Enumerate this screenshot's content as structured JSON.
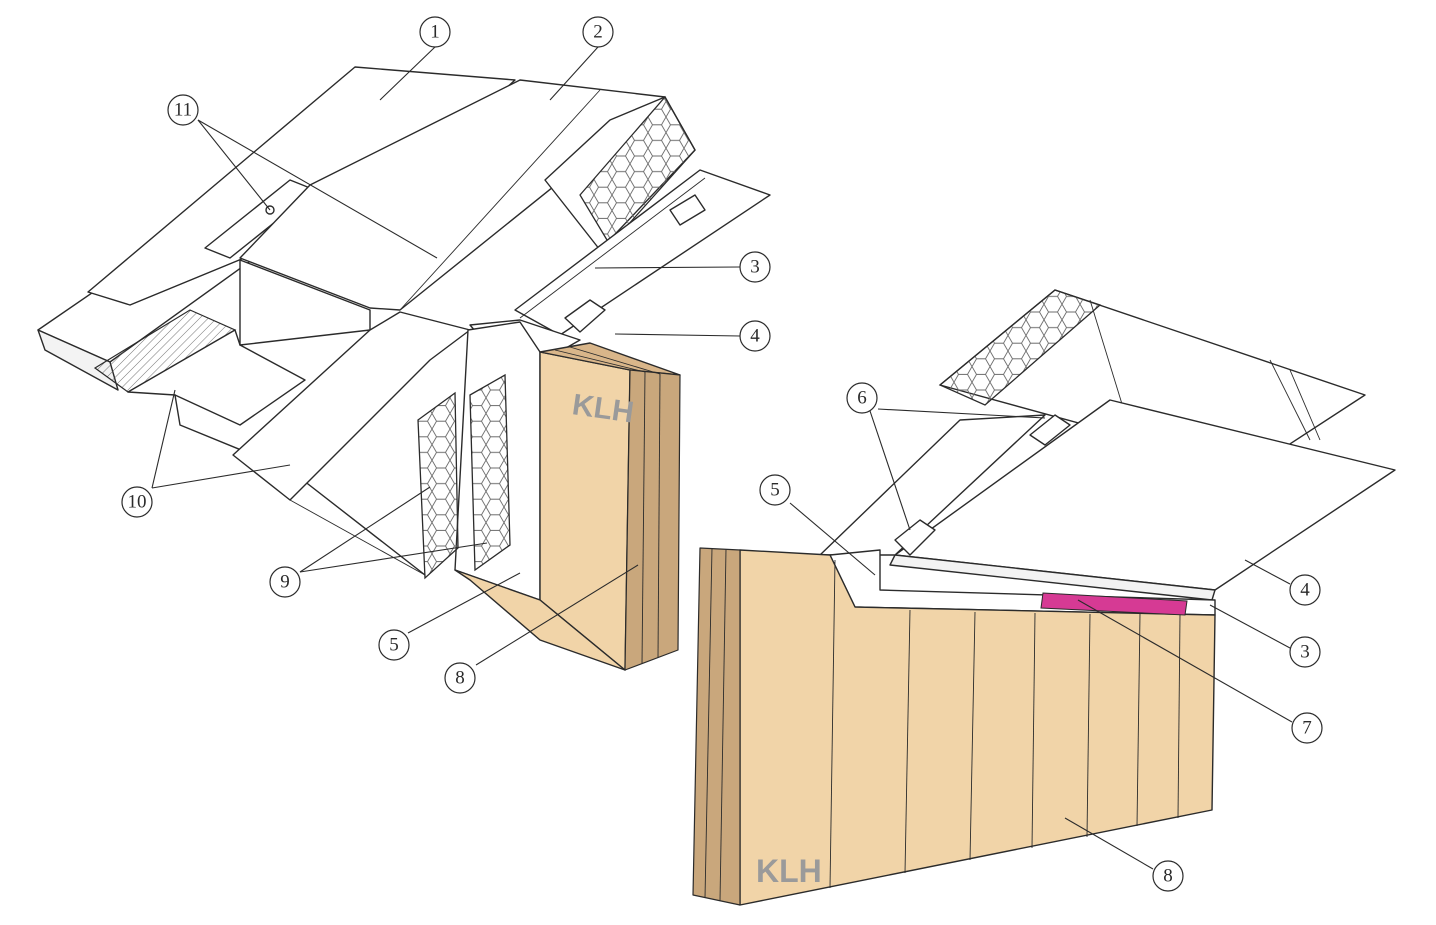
{
  "diagram": {
    "brand_logo": "KLH",
    "accent_color": "#d63a94",
    "wood_color": "#f1d4a8",
    "left_view": {
      "callouts": [
        {
          "id": "l1",
          "label": "1"
        },
        {
          "id": "l2",
          "label": "2"
        },
        {
          "id": "l3",
          "label": "3"
        },
        {
          "id": "l4",
          "label": "4"
        },
        {
          "id": "l5",
          "label": "5"
        },
        {
          "id": "l8",
          "label": "8"
        },
        {
          "id": "l9",
          "label": "9"
        },
        {
          "id": "l10",
          "label": "10"
        },
        {
          "id": "l11",
          "label": "11"
        }
      ]
    },
    "right_view": {
      "callouts": [
        {
          "id": "r3",
          "label": "3"
        },
        {
          "id": "r4",
          "label": "4"
        },
        {
          "id": "r5",
          "label": "5"
        },
        {
          "id": "r6",
          "label": "6"
        },
        {
          "id": "r7",
          "label": "7"
        },
        {
          "id": "r8",
          "label": "8"
        }
      ]
    }
  }
}
